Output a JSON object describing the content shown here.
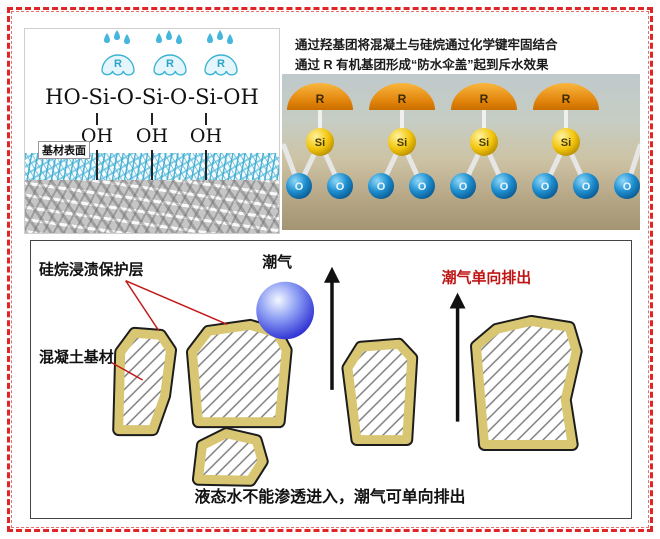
{
  "top_left": {
    "formula": "HO-Si-O-Si-O-Si-OH",
    "oh": [
      "OH",
      "OH",
      "OH"
    ],
    "r": [
      "R",
      "R",
      "R"
    ],
    "substrate_label": "基材表面"
  },
  "top_right": {
    "line1": "通过羟基团将混凝土与硅烷通过化学键牢固结合",
    "line2": "通过 R 有机基团形成“防水伞盖”起到斥水效果",
    "r": [
      "R",
      "R",
      "R",
      "R"
    ],
    "si": [
      "Si",
      "Si",
      "Si",
      "Si"
    ],
    "o": [
      "O",
      "O",
      "O",
      "O",
      "O",
      "O",
      "O",
      "O",
      "O"
    ]
  },
  "bottom": {
    "label_protective_layer": "硅烷浸渍保护层",
    "label_substrate": "混凝土基材",
    "label_moisture": "潮气",
    "label_one_way": "潮气单向排出",
    "caption": "液态水不能渗透进入，潮气可单向排出"
  },
  "colors": {
    "border_red": "#de2626",
    "accent_red": "#c01515",
    "dome_orange": "#e0820a",
    "si_yellow": "#f3c50d",
    "o_blue": "#1f8fd0",
    "coating_khaki": "#d9c672",
    "droplet_cyan": "#45b7dc",
    "moisture_blue": "#2425cf"
  }
}
